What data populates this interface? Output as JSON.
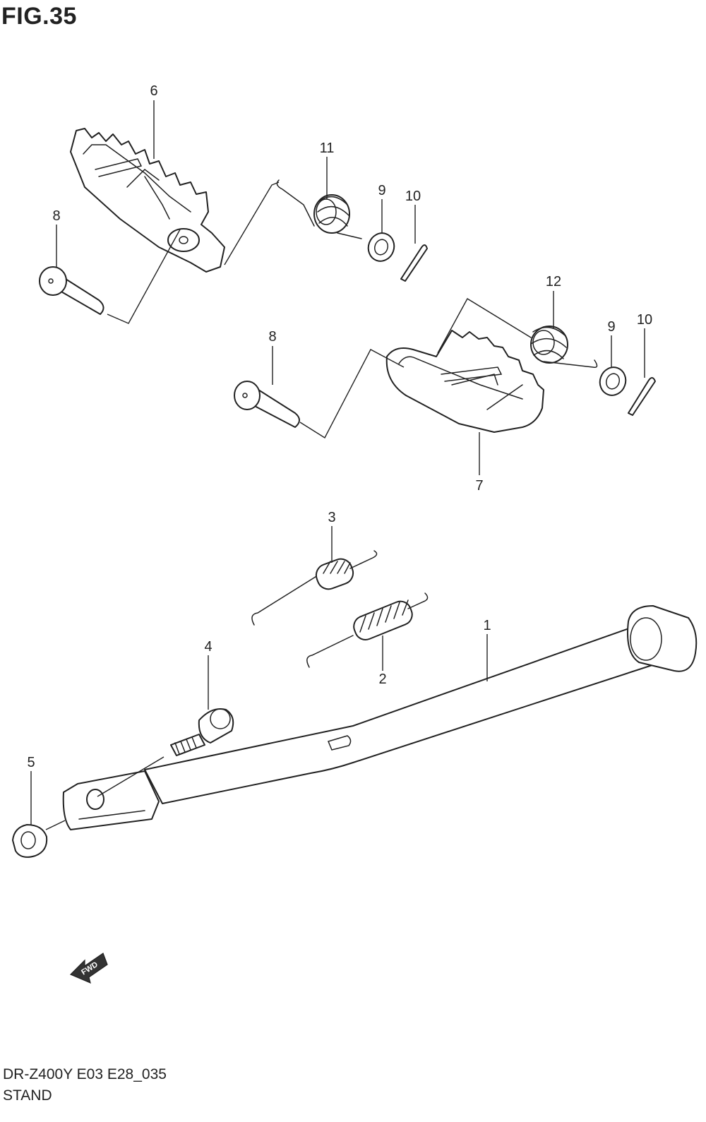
{
  "figure": {
    "title": "FIG.35",
    "model_code": "DR-Z400Y E03 E28_035",
    "section": "STAND"
  },
  "fwd_label": "FWD",
  "callouts": [
    {
      "id": "c1",
      "label": "1"
    },
    {
      "id": "c2",
      "label": "2"
    },
    {
      "id": "c3",
      "label": "3"
    },
    {
      "id": "c4",
      "label": "4"
    },
    {
      "id": "c5",
      "label": "5"
    },
    {
      "id": "c6",
      "label": "6"
    },
    {
      "id": "c7",
      "label": "7"
    },
    {
      "id": "c8a",
      "label": "8"
    },
    {
      "id": "c8b",
      "label": "8"
    },
    {
      "id": "c9a",
      "label": "9"
    },
    {
      "id": "c9b",
      "label": "9"
    },
    {
      "id": "c10a",
      "label": "10"
    },
    {
      "id": "c10b",
      "label": "10"
    },
    {
      "id": "c11",
      "label": "11"
    },
    {
      "id": "c12",
      "label": "12"
    }
  ]
}
